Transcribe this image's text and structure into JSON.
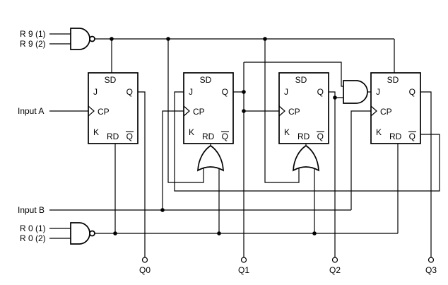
{
  "inputs": {
    "r9_1": "R 9 (1)",
    "r9_2": "R 9 (2)",
    "input_a": "Input A",
    "input_b": "Input B",
    "r0_1": "R 0 (1)",
    "r0_2": "R 0 (2)"
  },
  "outputs": {
    "q0": "Q0",
    "q1": "Q1",
    "q2": "Q2",
    "q3": "Q3"
  },
  "flipflop_labels": {
    "sd": "SD",
    "j": "J",
    "q": "Q",
    "cp": "CP",
    "k": "K",
    "rd": "RD",
    "qbar": "Q"
  },
  "colors": {
    "wire": "#000000",
    "background": "#ffffff"
  }
}
